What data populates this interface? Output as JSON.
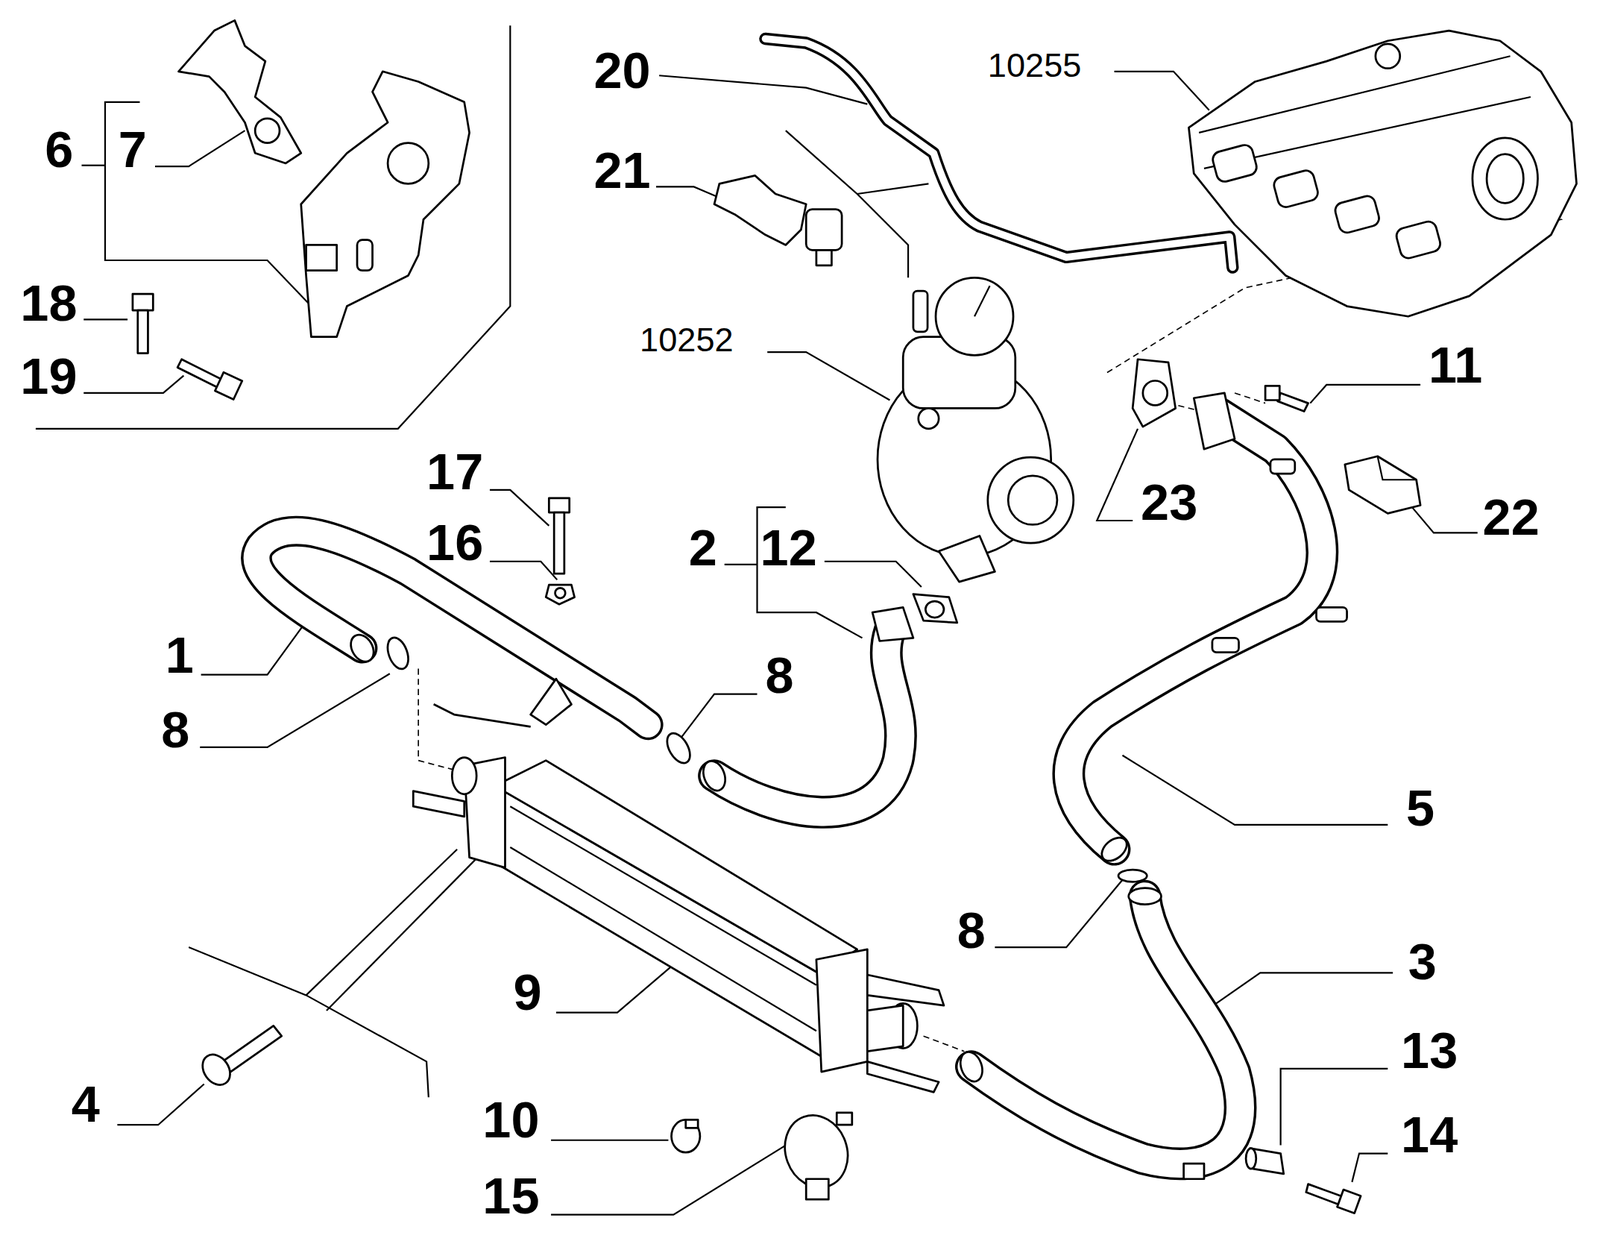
{
  "diagram": {
    "labels": [
      "20",
      "10255",
      "6",
      "7",
      "21",
      "18",
      "19",
      "10252",
      "11",
      "23",
      "22",
      "17",
      "16",
      "2",
      "12",
      "1",
      "8",
      "8",
      "5",
      "8",
      "3",
      "9",
      "4",
      "10",
      "13",
      "14",
      "15"
    ]
  }
}
